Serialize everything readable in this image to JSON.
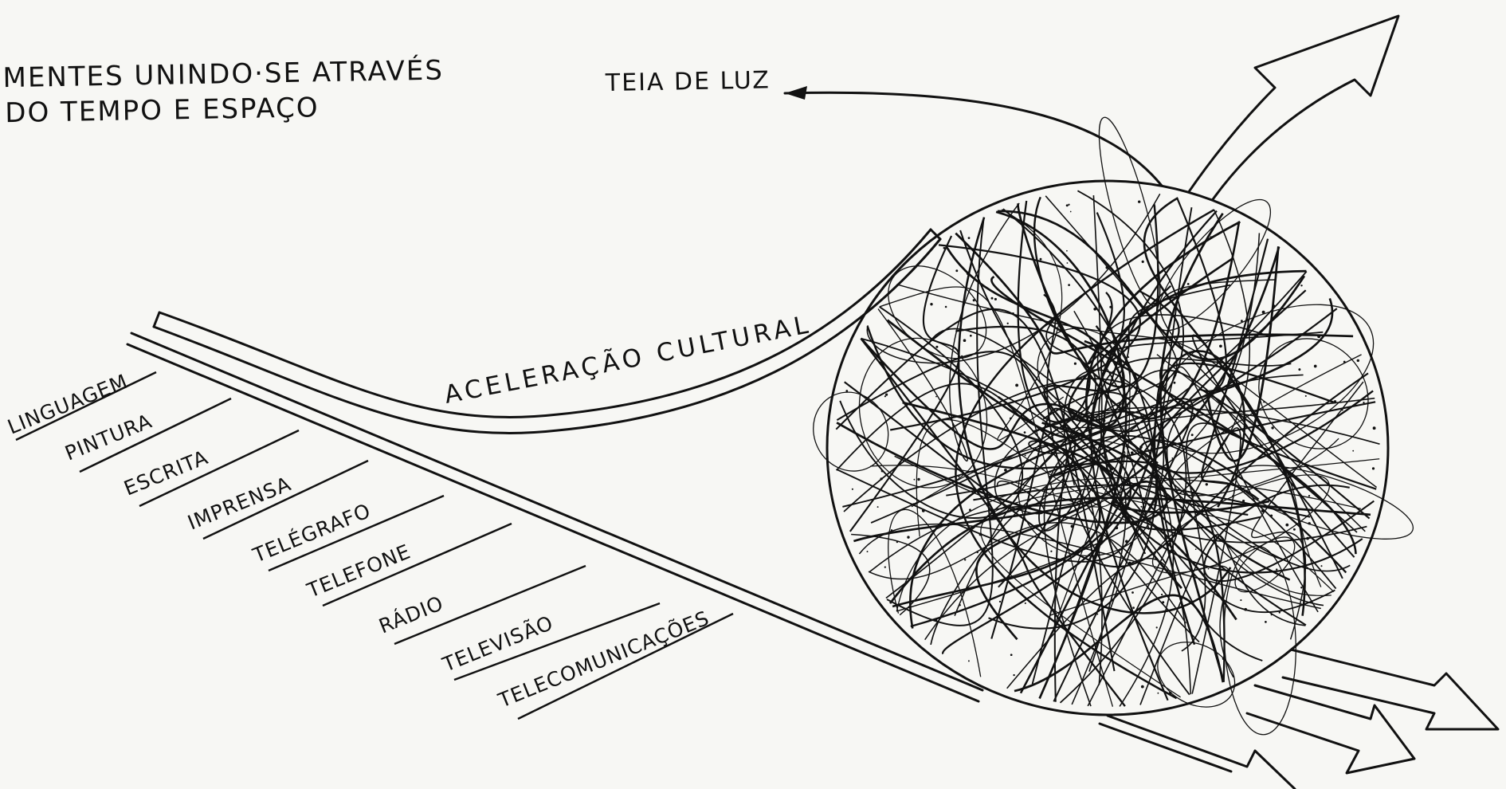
{
  "title_lines": [
    "MENTES UNINDO·SE ATRAVÉS",
    "DO TEMPO E ESPAÇO"
  ],
  "web_label": "TEIA DE LUZ",
  "acceleration_label": "ACELERAÇÃO CULTURAL",
  "technologies": [
    "LINGUAGEM",
    "PINTURA",
    "ESCRITA",
    "IMPRENSA",
    "TELÉGRAFO",
    "TELEFONE",
    "RÁDIO",
    "TELEVISÃO",
    "TELECOMUNICAÇÕES"
  ],
  "colors": {
    "ink": "#111111",
    "paper": "#f7f7f4"
  }
}
